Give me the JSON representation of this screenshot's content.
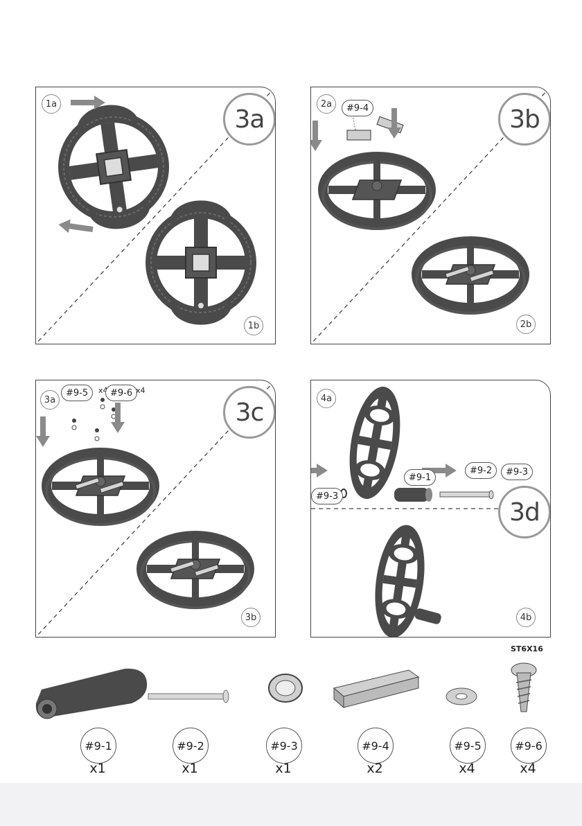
{
  "panels": [
    {
      "big_label": "3a",
      "step_start": "1a",
      "step_end": "1b"
    },
    {
      "big_label": "3b",
      "step_start": "2a",
      "step_end": "2b",
      "part_tags": [
        "#9-4"
      ]
    },
    {
      "big_label": "3c",
      "step_start": "3a",
      "step_end": "3b",
      "part_tags": [
        "#9-5",
        "#9-6"
      ],
      "tag_qty": [
        "x4",
        "x4"
      ]
    },
    {
      "big_label": "3d",
      "step_start": "4a",
      "step_end": "4b",
      "part_tags": [
        "#9-1",
        "#9-2",
        "#9-3",
        "#9-3"
      ]
    }
  ],
  "parts": [
    {
      "id": "#9-1",
      "qty": "x1"
    },
    {
      "id": "#9-2",
      "qty": "x1"
    },
    {
      "id": "#9-3",
      "qty": "x1"
    },
    {
      "id": "#9-4",
      "qty": "x2"
    },
    {
      "id": "#9-5",
      "qty": "x4"
    },
    {
      "id": "#9-6",
      "qty": "x4"
    }
  ],
  "screw_spec": "ST6X16",
  "colors": {
    "part_dark": "#4a4a4a",
    "part_light": "#cfcfcf",
    "frame": "#444444",
    "arrow": "#8a8a8a"
  }
}
